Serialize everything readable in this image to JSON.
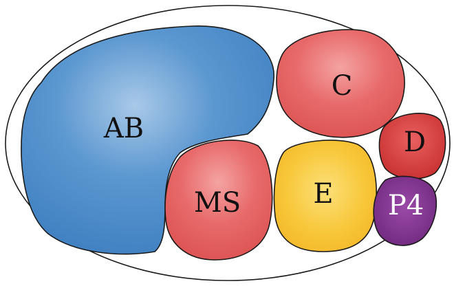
{
  "diagram": {
    "cells": [
      {
        "id": "ab",
        "label": "AB",
        "fill": "#4a8cc9",
        "label_color": "#111111"
      },
      {
        "id": "c",
        "label": "C",
        "fill": "#e55d5d",
        "label_color": "#111111"
      },
      {
        "id": "d",
        "label": "D",
        "fill": "#d63a3a",
        "label_color": "#111111"
      },
      {
        "id": "ms",
        "label": "MS",
        "fill": "#e55d5d",
        "label_color": "#111111"
      },
      {
        "id": "e",
        "label": "E",
        "fill": "#f7c331",
        "label_color": "#111111"
      },
      {
        "id": "p4",
        "label": "P4",
        "fill": "#7a2f8a",
        "label_color": "#ffffff"
      }
    ]
  }
}
